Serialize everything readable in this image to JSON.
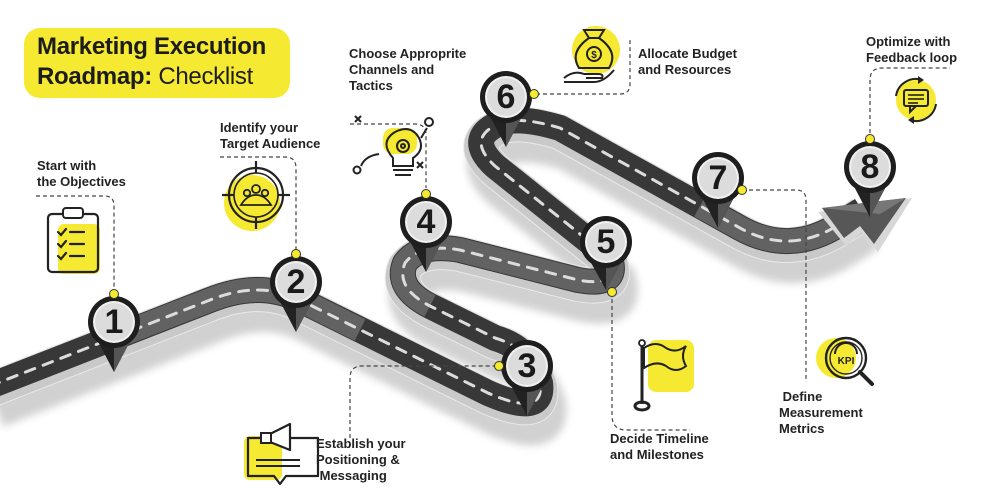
{
  "title": {
    "line1": "Marketing Execution",
    "line2_bold": "Roadmap:",
    "line2_light": " Checklist",
    "background": "#f6e932"
  },
  "colors": {
    "accent_yellow": "#f6e932",
    "road_dark": "#2b2b2b",
    "road_light": "#6d6d6d",
    "road_edge": "#e6e6e6",
    "pin_dark": "#222222",
    "pin_face": "#e4e4e4",
    "text": "#1f1f1f"
  },
  "steps": [
    {
      "number": "1",
      "label_lines": [
        "Start with",
        "the Objectives"
      ],
      "icon": "clipboard-checklist-icon"
    },
    {
      "number": "2",
      "label_lines": [
        "Identify your",
        "Target Audience"
      ],
      "icon": "target-audience-icon"
    },
    {
      "number": "3",
      "label_lines": [
        "Establish your",
        "Positioning &",
        " Messaging"
      ],
      "icon": "megaphone-message-icon"
    },
    {
      "number": "4",
      "label_lines": [
        "Choose Approprite",
        "Channels and",
        "Tactics"
      ],
      "icon": "lightbulb-strategy-icon"
    },
    {
      "number": "5",
      "label_lines": [
        "Decide Timeline",
        "and Milestones"
      ],
      "icon": "flag-icon"
    },
    {
      "number": "6",
      "label_lines": [
        "Allocate Budget",
        "and Resources"
      ],
      "icon": "money-bag-hand-icon"
    },
    {
      "number": "7",
      "label_lines": [
        " Define",
        "Measurement",
        "Metrics"
      ],
      "icon": "kpi-magnifier-icon"
    },
    {
      "number": "8",
      "label_lines": [
        "Optimize with",
        "Feedback loop"
      ],
      "icon": "feedback-loop-chat-icon"
    }
  ]
}
